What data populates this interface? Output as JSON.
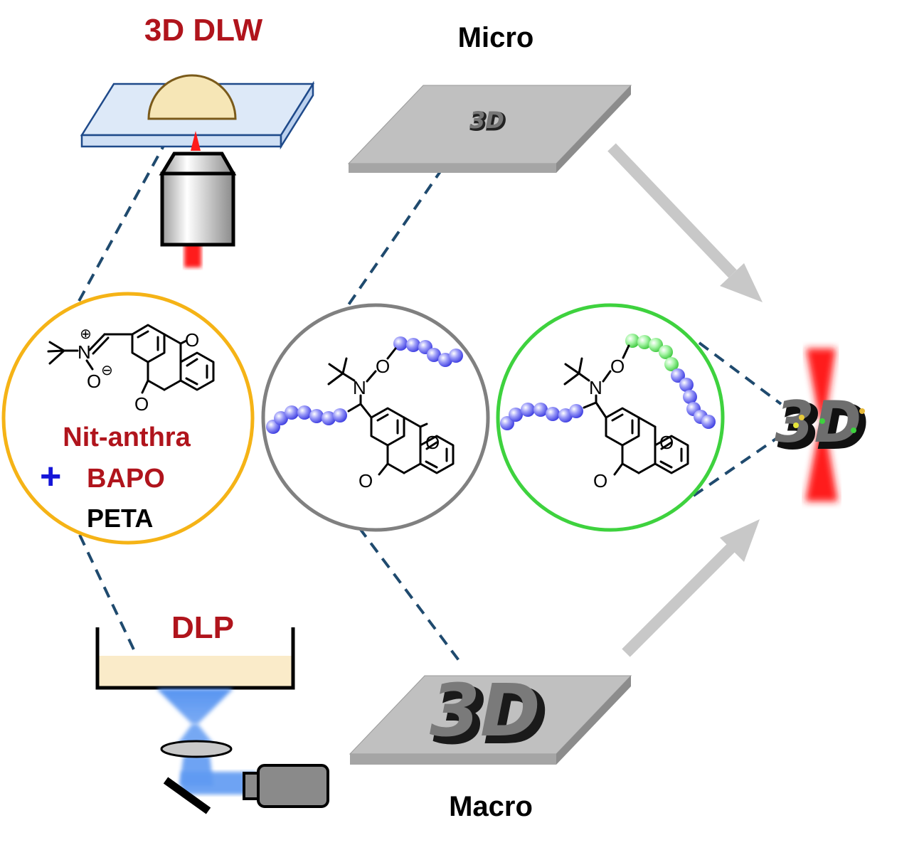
{
  "labels": {
    "dlw_title": "3D DLW",
    "micro": "Micro",
    "macro": "Macro",
    "dlp_title": "DLP",
    "formulation_1": "Nit-anthra",
    "formulation_plus": "+",
    "formulation_2": "BAPO",
    "formulation_3": "PETA",
    "print_text": "3D",
    "atom_n": "N",
    "atom_o": "O",
    "charge_plus": "⊕",
    "charge_minus": "⊖"
  },
  "colors": {
    "title_red": "#b0141c",
    "plus_blue": "#1515d8",
    "circle_orange": "#f5b316",
    "circle_gray": "#808080",
    "circle_green": "#3ed23e",
    "dashed_line": "#1f4a6e",
    "arrow_gray": "#c8c8c8",
    "bead_blue": "#6a6af2",
    "bead_green": "#7cf07c",
    "laser_red": "#ff1a1a",
    "dlp_blue": "#4f8ff0",
    "resin": "#faebc9"
  }
}
